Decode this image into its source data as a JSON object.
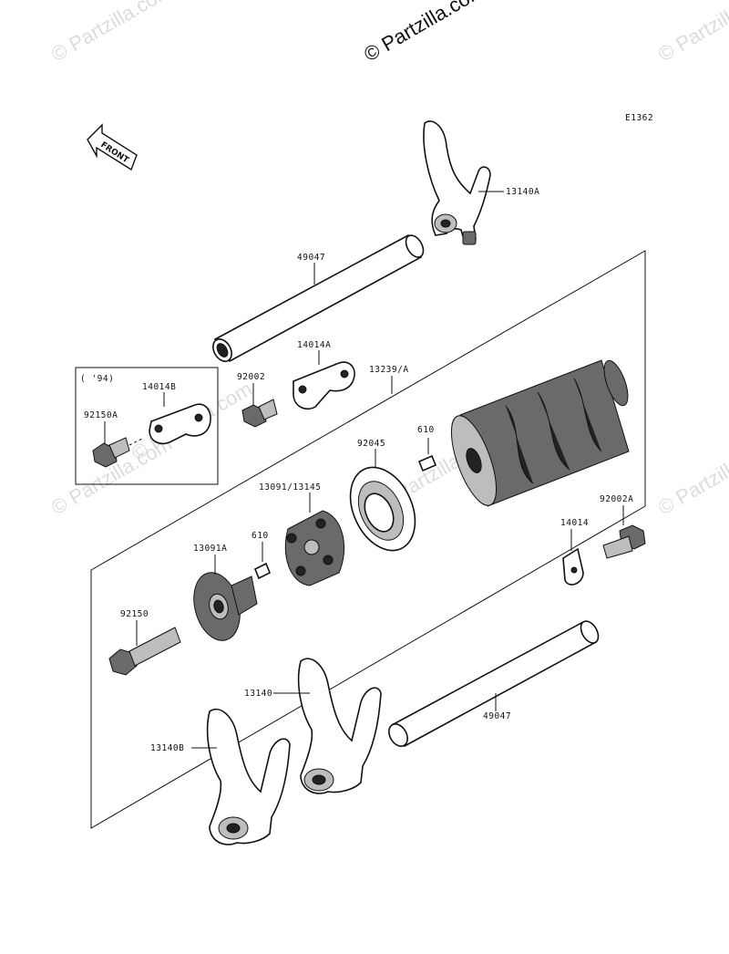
{
  "copyright": "© Partzilla.com",
  "watermark_text": "© Partzilla.com",
  "diagram_code": "E1362",
  "front_marker": "FRONT",
  "inset_label": "( '94)",
  "parts": [
    {
      "number": "13140A",
      "name": "shift-fork-13140a"
    },
    {
      "number": "49047",
      "name": "shift-rod-upper"
    },
    {
      "number": "14014A",
      "name": "plate-14014a"
    },
    {
      "number": "13239/A",
      "name": "shift-drum"
    },
    {
      "number": "92002",
      "name": "bolt-92002"
    },
    {
      "number": "14014B",
      "name": "plate-14014b"
    },
    {
      "number": "92150A",
      "name": "bolt-92150a"
    },
    {
      "number": "610",
      "name": "pin-610-upper"
    },
    {
      "number": "92045",
      "name": "bearing-92045"
    },
    {
      "number": "13091/13145",
      "name": "cam-13091-13145"
    },
    {
      "number": "610",
      "name": "pin-610-lower"
    },
    {
      "number": "13091A",
      "name": "cam-13091a"
    },
    {
      "number": "92002A",
      "name": "bolt-92002a"
    },
    {
      "number": "14014",
      "name": "plate-14014"
    },
    {
      "number": "92150",
      "name": "bolt-92150"
    },
    {
      "number": "13140",
      "name": "shift-fork-13140"
    },
    {
      "number": "49047",
      "name": "shift-rod-lower"
    },
    {
      "number": "13140B",
      "name": "shift-fork-13140b"
    }
  ],
  "colors": {
    "ink": "#111111",
    "watermark": "#dcdcdc",
    "background": "#ffffff"
  }
}
